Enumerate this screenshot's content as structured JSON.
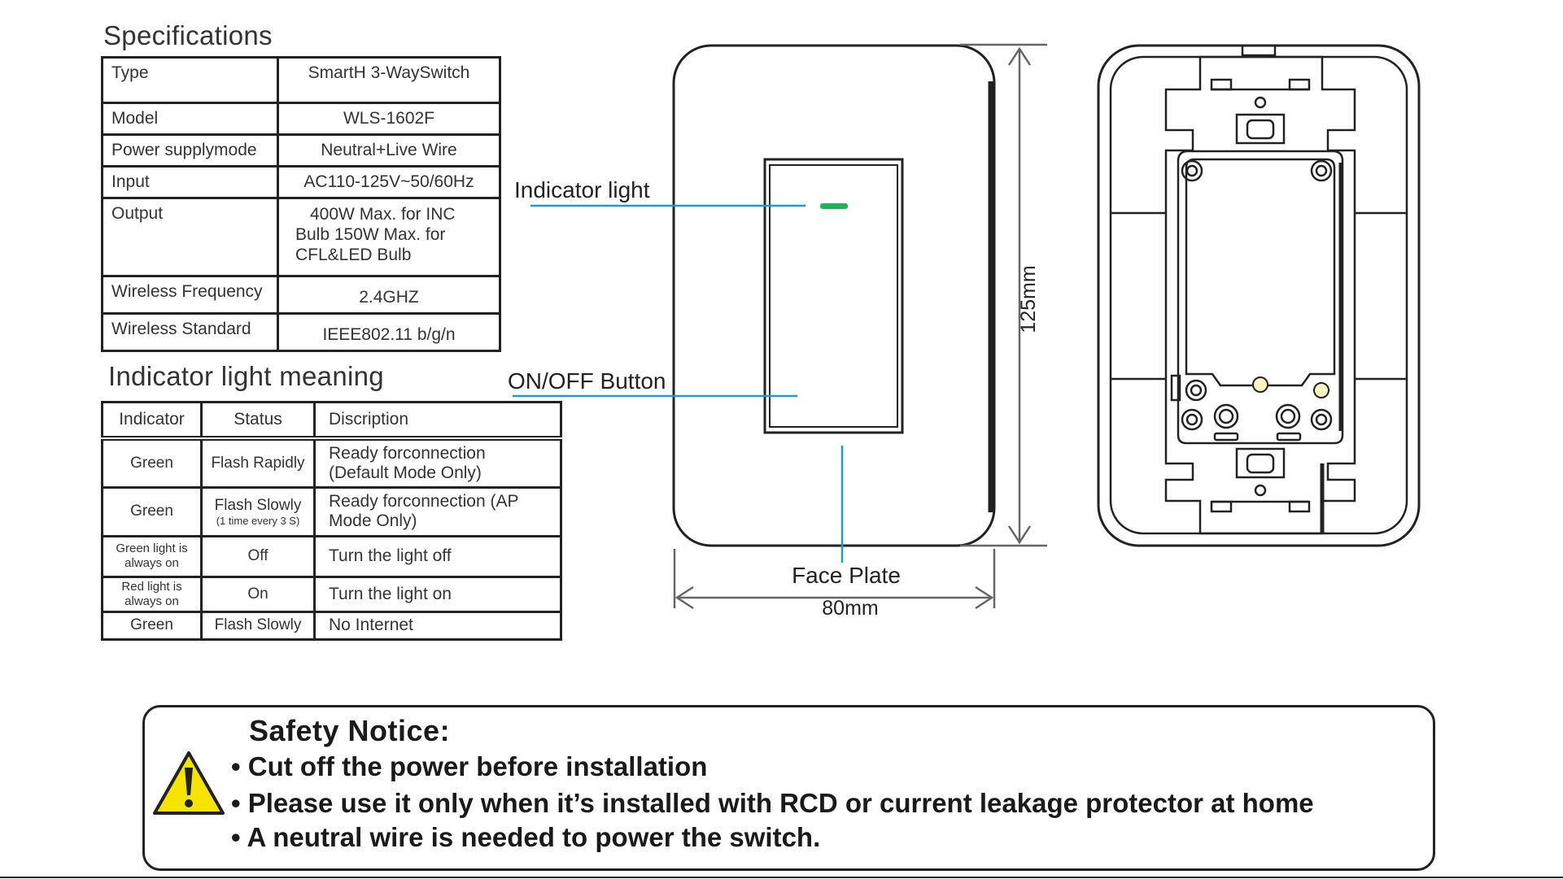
{
  "specifications": {
    "title": "Specifications",
    "rows": [
      {
        "label": "Type",
        "value": "SmartH 3-WaySwitch"
      },
      {
        "label": "Model",
        "value": "WLS-1602F"
      },
      {
        "label": "Power supplymode",
        "value": "Neutral+Live Wire"
      },
      {
        "label": "Input",
        "value": "AC110-125V~50/60Hz"
      },
      {
        "label": "Output",
        "value_lines": [
          "400W Max. for INC",
          "Bulb  150W Max. for",
          "CFL&LED Bulb"
        ]
      },
      {
        "label": "Wireless Frequency",
        "value": "2.4GHZ"
      },
      {
        "label": "Wireless Standard",
        "value": "IEEE802.11 b/g/n"
      }
    ]
  },
  "indicator_meaning": {
    "title": "Indicator light meaning",
    "headers": [
      "Indicator",
      "Status",
      "Discription"
    ],
    "rows": [
      {
        "indicator": "Green",
        "status": "Flash Rapidly",
        "status_sub": "",
        "description": "Ready forconnection\n(Default Mode Only)"
      },
      {
        "indicator": "Green",
        "status": "Flash Slowly",
        "status_sub": "(1 time every 3 S)",
        "description": "Ready forconnection  (AP\nMode Only)"
      },
      {
        "indicator": "Green light is always on",
        "status": "Off",
        "status_sub": "",
        "description": "Turn the light off"
      },
      {
        "indicator": "Red light is always on",
        "status": "On",
        "status_sub": "",
        "description": "Turn the light on"
      },
      {
        "indicator": "Green",
        "status": "Flash Slowly",
        "status_sub": "",
        "description": "No Internet"
      }
    ]
  },
  "diagram": {
    "callout_indicator": "Indicator light",
    "callout_button": "ON/OFF Button",
    "callout_faceplate": "Face Plate",
    "width_dimension": "80mm",
    "height_dimension": "125mm",
    "indicator_color": "#1db35a",
    "callout_color": "#1e9bc8"
  },
  "safety": {
    "title": "Safety Notice:",
    "items": [
      "Cut off the power before  installation",
      "Please use it only when it’s installed with RCD or current leakage protector at home",
      "A neutral wire is needed to power the switch."
    ],
    "icon": "warning-triangle-icon",
    "icon_color": "#f5e400"
  }
}
